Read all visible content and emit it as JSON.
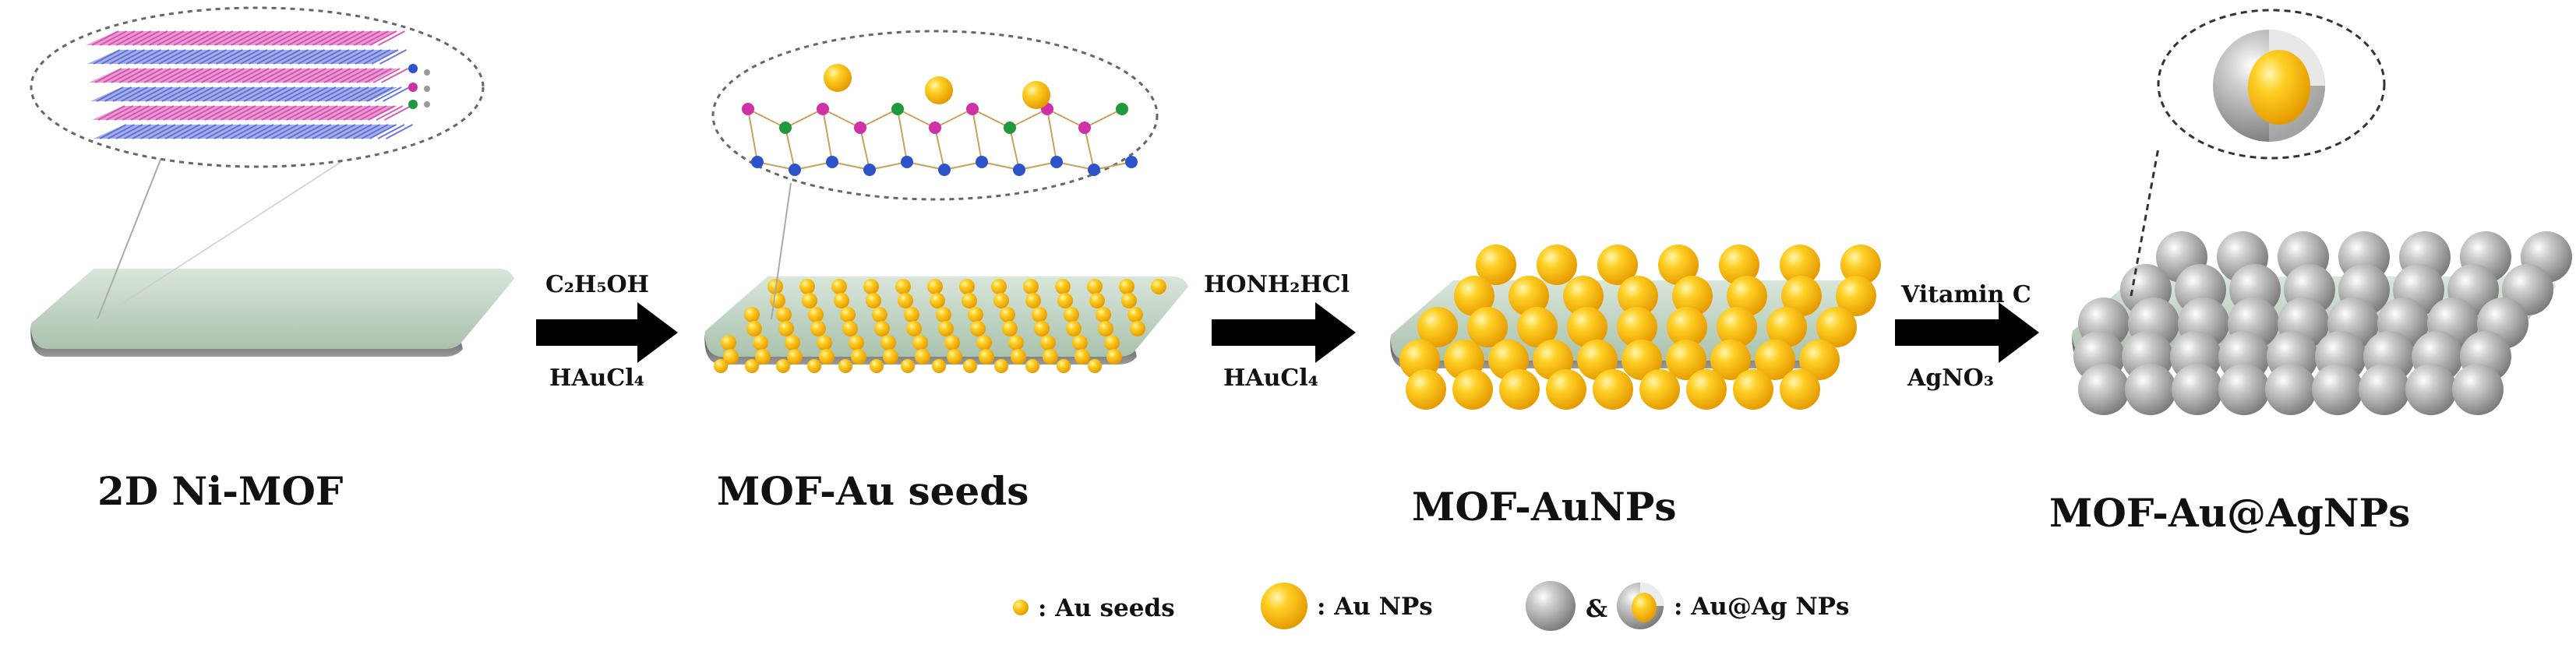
{
  "stages": [
    {
      "label": "2D Ni-MOF"
    },
    {
      "label": "MOF-Au seeds"
    },
    {
      "label": "MOF-AuNPs"
    },
    {
      "label": "MOF-Au@AgNPs"
    }
  ],
  "steps": [
    {
      "top": "C₂H₅OH",
      "bottom": "HAuCl₄"
    },
    {
      "top": "HONH₂HCl",
      "bottom": "HAuCl₄"
    },
    {
      "top": "Vitamin C",
      "bottom": "AgNO₃"
    }
  ],
  "legend": {
    "au_seeds": ": Au seeds",
    "au_nps": ": Au NPs",
    "ampersand": "&",
    "au_ag_nps": ": Au@Ag NPs"
  },
  "colors": {
    "substrate": "#b8cdbb",
    "gold": "#f5b50a",
    "silver": "#9b9b9b",
    "mof_pink": "#d64bb0",
    "mof_blue": "#5a6bd6",
    "atom_green": "#1e9a3a",
    "atom_magenta": "#d12fa6",
    "atom_blue": "#2d52c9"
  }
}
